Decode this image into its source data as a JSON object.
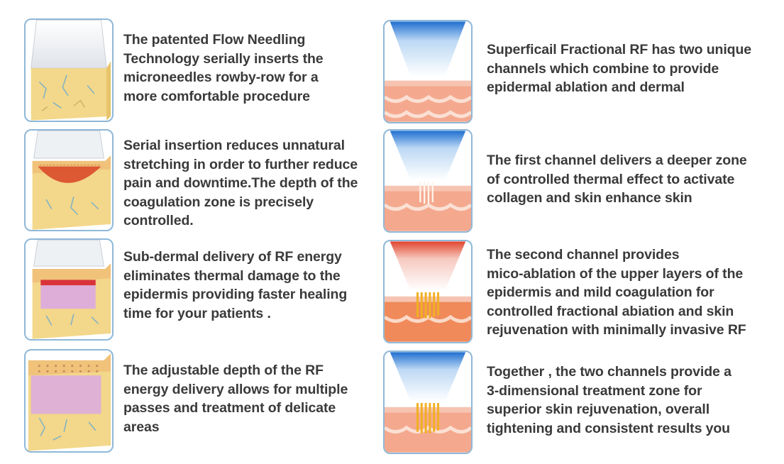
{
  "left_items": [
    {
      "lines": [
        "The patented Flow Needling",
        "Technology serially inserts the",
        "microneedles rowby-row for a",
        "more comfortable procedure"
      ],
      "illustration": "skin-block-applicator-icon"
    },
    {
      "lines": [
        "Serial insertion reduces unnatural",
        "stretching in order to further reduce",
        "pain and downtime.The depth of the",
        "coagulation zone is precisely",
        "controlled."
      ],
      "illustration": "skin-block-coagulation-icon"
    },
    {
      "lines": [
        "Sub-dermal delivery of RF energy",
        "eliminates thermal damage to the",
        "epidermis providing faster healing",
        "time for your patients ."
      ],
      "illustration": "skin-block-subdermal-icon"
    },
    {
      "lines": [
        "The adjustable depth of the RF",
        "energy delivery allows for multiple",
        "passes and treatment of delicate",
        "areas"
      ],
      "illustration": "skin-block-depth-icon"
    }
  ],
  "right_items": [
    {
      "lines": [
        "Superficail Fractional RF has two unique",
        "channels which combine to provide",
        "epidermal ablation and dermal"
      ],
      "illustration": "rf-tip-superficial-icon"
    },
    {
      "lines": [
        "The first channel delivers a deeper zone",
        "of controlled thermal effect to activate",
        "collagen and skin enhance skin"
      ],
      "illustration": "rf-tip-deep-channel-icon"
    },
    {
      "lines": [
        "The second channel provides",
        "mico-ablation of the upper layers of the",
        "epidermis and mild coagulation for",
        "controlled fractional abiation and skin",
        "rejuvenation with minimally invasive RF"
      ],
      "illustration": "rf-tip-ablation-icon"
    },
    {
      "lines": [
        "Together , the two channels provide a",
        "3-dimensional treatment zone for",
        "superior skin rejuvenation, overall",
        "tightening and consistent results you"
      ],
      "illustration": "rf-tip-combined-icon"
    }
  ],
  "colors": {
    "text": "#3a3a3a",
    "frame_border": "#8fb8d8",
    "skin_fat": "#f3d78a",
    "skin_layers": "#f4a98f",
    "rf_blue": "#2f7fd0",
    "rf_red": "#e0452e",
    "needle_gold": "#f0b020",
    "purple_zone": "#d9a7e6"
  }
}
